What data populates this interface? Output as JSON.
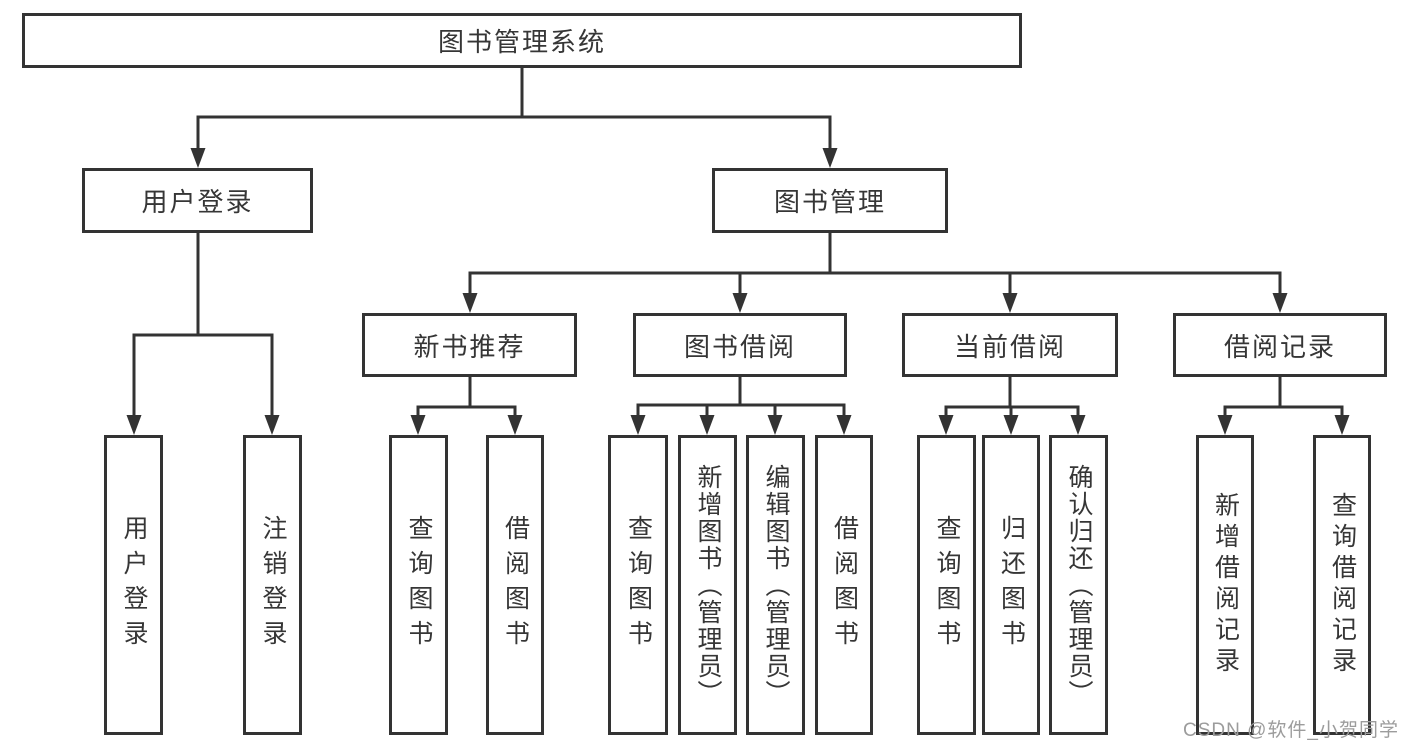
{
  "tree": {
    "label": "图书管理系统",
    "children": [
      {
        "label": "用户登录",
        "children": [
          {
            "label": "用户登录"
          },
          {
            "label": "注销登录"
          }
        ]
      },
      {
        "label": "图书管理",
        "children": [
          {
            "label": "新书推荐",
            "children": [
              {
                "label": "查询图书"
              },
              {
                "label": "借阅图书"
              }
            ]
          },
          {
            "label": "图书借阅",
            "children": [
              {
                "label": "查询图书"
              },
              {
                "label": "新增图书（管理员）"
              },
              {
                "label": "编辑图书（管理员）"
              },
              {
                "label": "借阅图书"
              }
            ]
          },
          {
            "label": "当前借阅",
            "children": [
              {
                "label": "查询图书"
              },
              {
                "label": "归还图书"
              },
              {
                "label": "确认归还（管理员）"
              }
            ]
          },
          {
            "label": "借阅记录",
            "children": [
              {
                "label": "新增借阅记录"
              },
              {
                "label": "查询借阅记录"
              }
            ]
          }
        ]
      }
    ]
  },
  "watermark": {
    "text": "CSDN @软件_小贺同学"
  },
  "colors": {
    "line": "#333333",
    "box_border": "#333333",
    "text": "#363636",
    "watermark": "#9c9c9c",
    "background": "#ffffff"
  }
}
